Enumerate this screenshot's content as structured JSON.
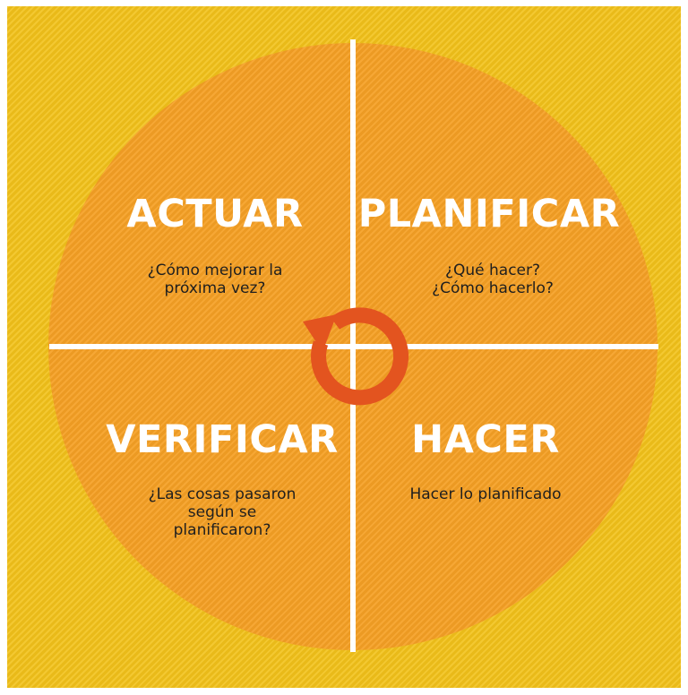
{
  "quadrants": {
    "actuar": {
      "title": "ACTUAR",
      "lines": [
        "¿Cómo mejorar la",
        "próxima vez?"
      ]
    },
    "planificar": {
      "title": "PLANIFICAR",
      "lines": [
        "¿Qué hacer?",
        "¿Cómo hacerlo?"
      ]
    },
    "verificar": {
      "title": "VERIFICAR",
      "lines": [
        "¿Las cosas pasaron",
        "según se",
        "planificaron?"
      ]
    },
    "hacer": {
      "title": "HACER",
      "lines": [
        "Hacer lo planificado"
      ]
    }
  },
  "center_icon": "cycle-arrow-icon",
  "colors": {
    "background": "#f2c21a",
    "circle": "#f5a024",
    "divider": "#ffffff",
    "icon": "#e3541f",
    "title_text": "#ffffff",
    "body_text": "#1f1f1f"
  }
}
